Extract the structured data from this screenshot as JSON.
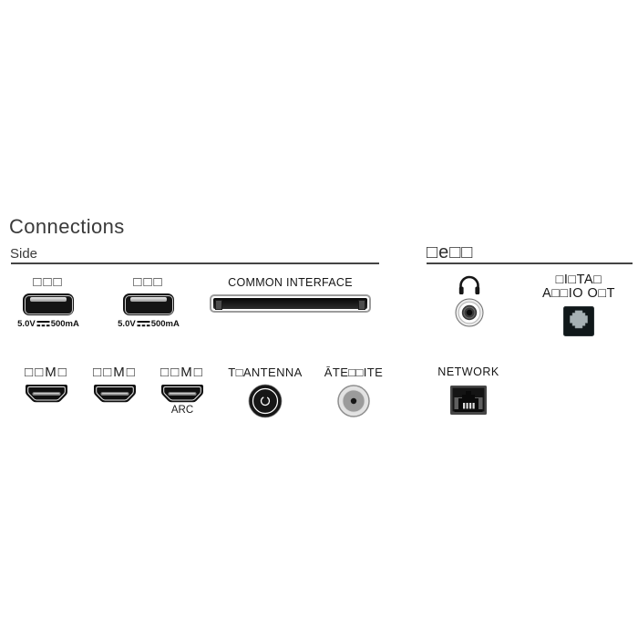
{
  "page": {
    "title": "Connections"
  },
  "side": {
    "heading": "Side",
    "usb_ports": [
      {
        "label": "□□□",
        "rating_voltage": "5.0V",
        "rating_current": "500mA"
      },
      {
        "label": "□□□",
        "rating_voltage": "5.0V",
        "rating_current": "500mA"
      }
    ],
    "common_interface": {
      "label": "COMMON INTERFACE"
    },
    "hdmi_ports": [
      {
        "label": "□□M□"
      },
      {
        "label": "□□M□"
      },
      {
        "label": "□□M□",
        "sub_label": "ARC"
      }
    ],
    "antenna": {
      "label": "T□ANTENNA"
    },
    "satellite": {
      "label": "ĀTE□□ITE"
    }
  },
  "rear": {
    "heading": "□e□□",
    "digital_audio_out": {
      "label_line1": "□I□TA□",
      "label_line2": "A□□IO O□T"
    },
    "network": {
      "label": "NETWORK"
    }
  },
  "colors": {
    "background": "#ffffff",
    "text": "#1a1a1a",
    "heading": "#3a3a3a",
    "rule": "#444444",
    "port_black": "#141414",
    "optical_fill": "#a6b1b4"
  }
}
